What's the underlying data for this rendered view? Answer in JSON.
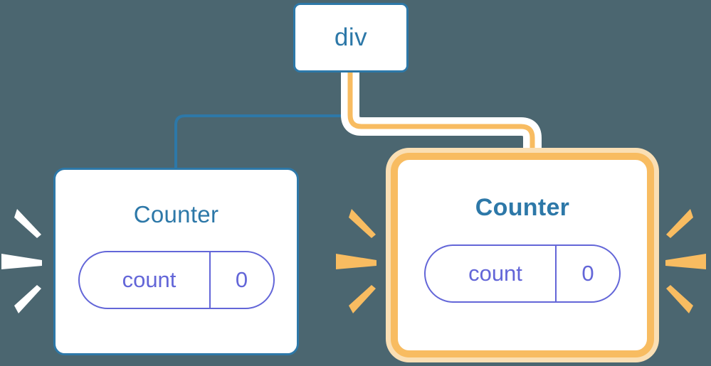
{
  "diagram": {
    "type": "component-tree",
    "background_color": "#4b6670",
    "title_color": "#2d78a8",
    "highlight_color": "#f8bc61",
    "highlight_glow_color": "#fadfb4",
    "state_color": "#6366d8",
    "wire_blue_color": "#2d78a8",
    "wire_orange_color": "#f8bc61",
    "wire_halo_color": "#ffffff",
    "sparkle_white_color": "#ffffff",
    "sparkle_orange_color": "#f8bc61"
  },
  "nodes": {
    "root": {
      "label": "div",
      "highlighted": false
    },
    "child_left": {
      "label": "Counter",
      "highlighted": false,
      "state": {
        "key": "count",
        "value": "0"
      }
    },
    "child_right": {
      "label": "Counter",
      "highlighted": true,
      "state": {
        "key": "count",
        "value": "0"
      }
    }
  },
  "edges": [
    {
      "from": "div",
      "to": "Counter (left)",
      "style": "thin-blue"
    },
    {
      "from": "div",
      "to": "Counter (right)",
      "style": "thick-orange-highlighted"
    }
  ],
  "sparkles": [
    {
      "position": "left-of-left-counter",
      "color": "#ffffff",
      "rays": 3
    },
    {
      "position": "right-of-left-counter",
      "color": "#f8bc61",
      "rays": 3
    },
    {
      "position": "right-of-right-counter",
      "color": "#f8bc61",
      "rays": 3
    }
  ]
}
